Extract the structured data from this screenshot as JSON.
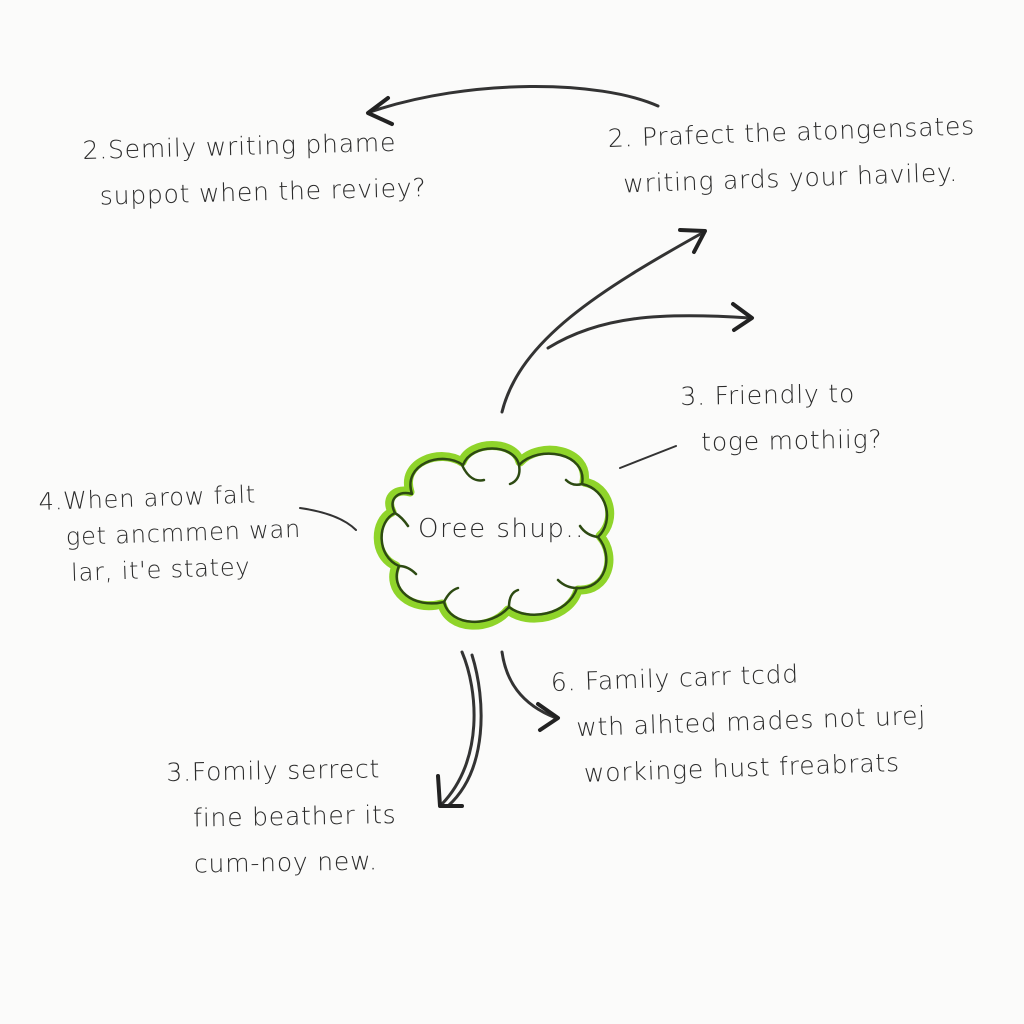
{
  "diagram": {
    "center": {
      "label": "Oree shup.."
    },
    "notes": [
      {
        "id": "n1",
        "lines": [
          "2.Semily writing phame",
          "suppot when the reviey?"
        ]
      },
      {
        "id": "n2",
        "lines": [
          "2. Prafect the atongensates",
          "writing ards your haviley."
        ]
      },
      {
        "id": "n3",
        "lines": [
          "3. Friendly to",
          "toge mothiig?"
        ]
      },
      {
        "id": "n4",
        "lines": [
          "4.When arow falt",
          "get ancmmen wan",
          "lar, it'e statey"
        ]
      },
      {
        "id": "n5",
        "lines": [
          "6. Family carr tcdd",
          "wth alhted mades not urej",
          "workinge hust freabrats"
        ]
      },
      {
        "id": "n6",
        "lines": [
          "3.Fomily serrect",
          "fine beather its",
          "cum-noy new."
        ]
      }
    ],
    "colors": {
      "cloud": "#8fd42a",
      "ink": "#2b2b2b",
      "background": "#fbfbfa"
    }
  }
}
